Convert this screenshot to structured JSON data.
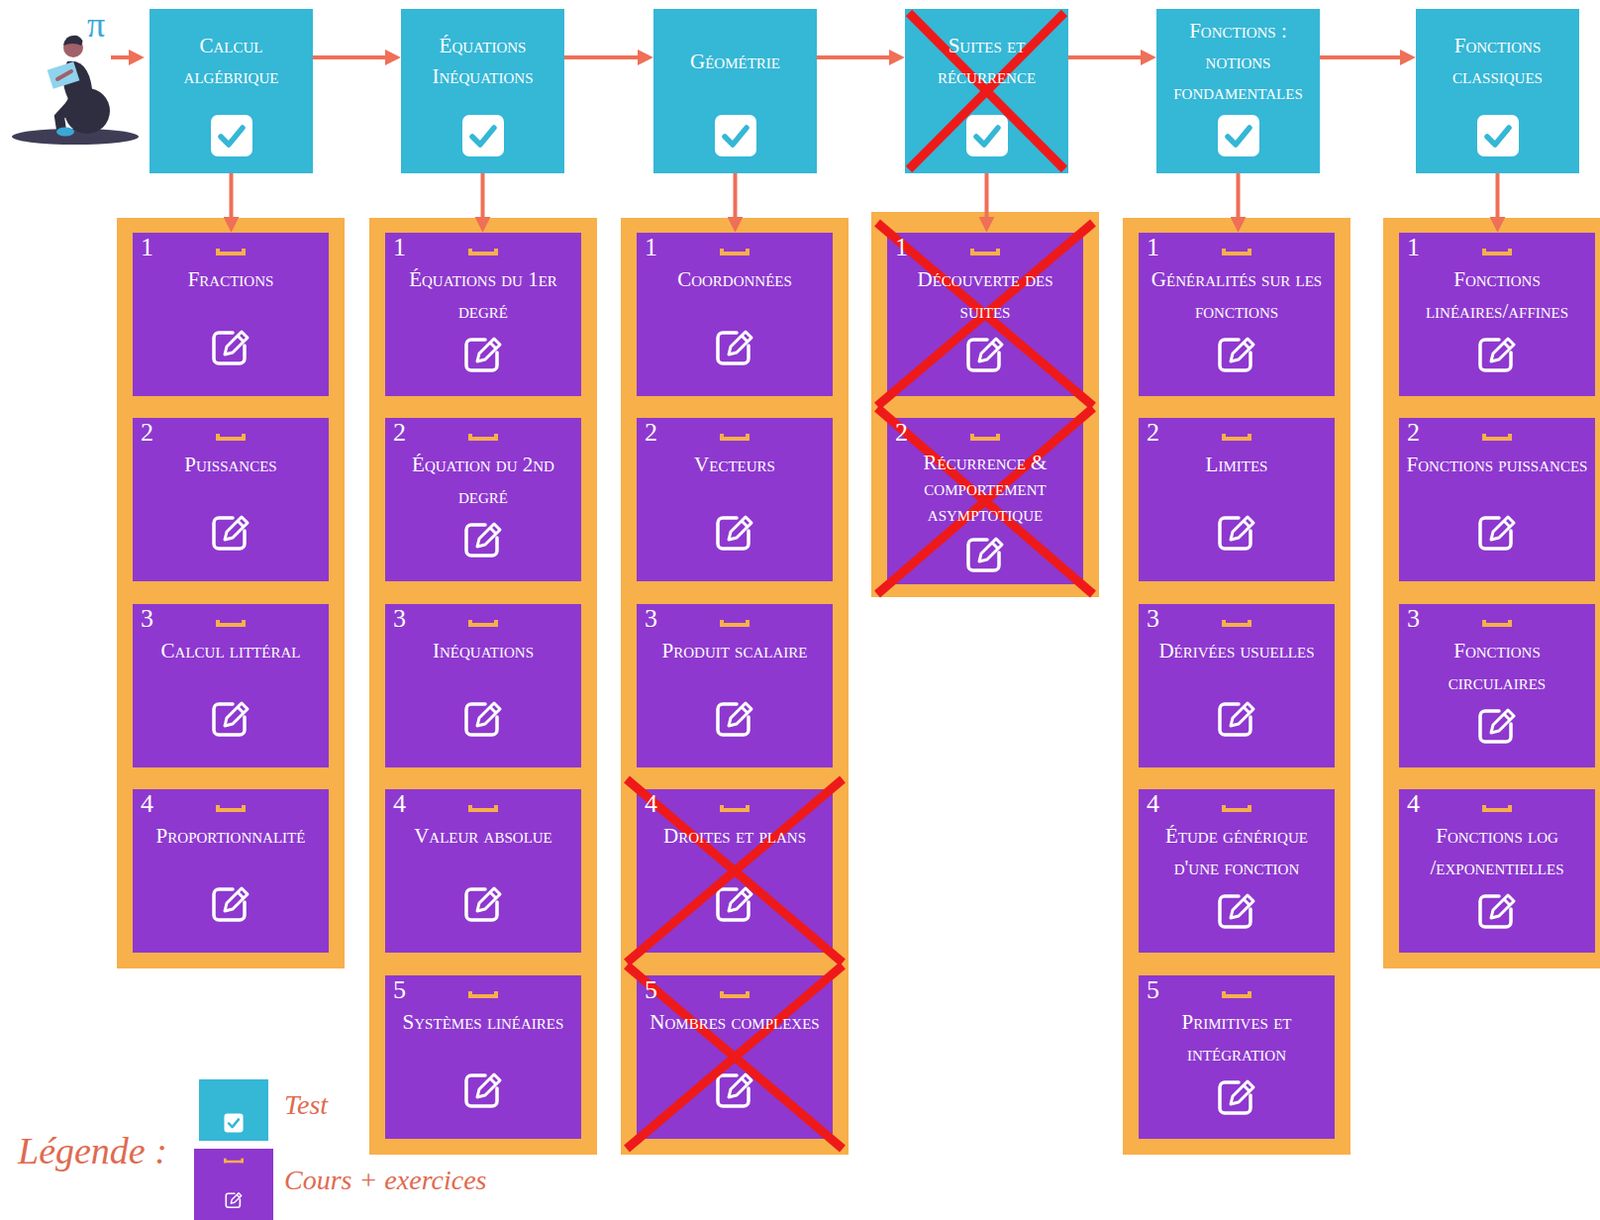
{
  "diagram": {
    "nodes": [
      {
        "text": [
          "Calcul algébrique"
        ]
      },
      {
        "text": [
          "Équations Inéquations"
        ]
      },
      {
        "text": [
          "Géométrie"
        ]
      },
      {
        "text": [
          "Suites et récurrence"
        ]
      },
      {
        "text": [
          "Fonctions : notions fondamentales"
        ]
      },
      {
        "text": [
          "Fonctions classiques"
        ]
      },
      {
        "text": [
          "1",
          "Fractions"
        ]
      },
      {
        "text": [
          "2",
          "Puissances"
        ]
      },
      {
        "text": [
          "3",
          "Calcul littéral"
        ]
      },
      {
        "text": [
          "4",
          "Proportionnalité"
        ]
      },
      {
        "text": [
          "1",
          "Équations du 1er degré"
        ]
      },
      {
        "text": [
          "2",
          "Équation du 2nd degré"
        ]
      },
      {
        "text": [
          "3",
          "Inéquations"
        ]
      },
      {
        "text": [
          "4",
          "Valeur absolue"
        ]
      },
      {
        "text": [
          "5",
          "Systèmes linéaires"
        ]
      },
      {
        "text": [
          "1",
          "Coordonnées"
        ]
      },
      {
        "text": [
          "2",
          "Vecteurs"
        ]
      },
      {
        "text": [
          "3",
          "Produit scalaire"
        ]
      },
      {
        "text": [
          "4",
          "Droites et plans"
        ]
      },
      {
        "text": [
          "5",
          "Nombres complexes"
        ]
      },
      {
        "text": [
          "1",
          "Découverte des suites"
        ]
      },
      {
        "text": [
          "2",
          "Récurrence & comportement asymptotique"
        ]
      },
      {
        "text": [
          "1",
          "Généralités sur les fonctions"
        ]
      },
      {
        "text": [
          "2",
          "Limites"
        ]
      },
      {
        "text": [
          "3",
          "Dérivées usuelles"
        ]
      },
      {
        "text": [
          "4",
          "Étude générique d'une fonction"
        ]
      },
      {
        "text": [
          "5",
          "Primitives et intégration"
        ]
      },
      {
        "text": [
          "1",
          "Fonctions linéaires/affines"
        ]
      },
      {
        "text": [
          "2",
          "Fonctions puissances"
        ]
      },
      {
        "text": [
          "3",
          "Fonctions circulaires"
        ]
      },
      {
        "text": [
          "4",
          "Fonctions log /exponentielles"
        ]
      }
    ],
    "edges": [
      {
        "from": 0,
        "to": 1,
        "arrow": "to"
      },
      {
        "from": 1,
        "to": 2,
        "arrow": "to"
      },
      {
        "from": 2,
        "to": 3,
        "arrow": "to"
      },
      {
        "from": 3,
        "to": 4,
        "arrow": "to"
      },
      {
        "from": 4,
        "to": 5,
        "arrow": "to"
      },
      {
        "from": 0,
        "to": 6,
        "arrow": "to"
      },
      {
        "from": 1,
        "to": 10,
        "arrow": "to"
      },
      {
        "from": 2,
        "to": 15,
        "arrow": "to"
      },
      {
        "from": 3,
        "to": 20,
        "arrow": "to"
      },
      {
        "from": 4,
        "to": 22,
        "arrow": "to"
      },
      {
        "from": 5,
        "to": 27,
        "arrow": "to"
      }
    ],
    "labels": [
      "π",
      "Légende :"
    ],
    "legend": [
      {
        "text": "Test",
        "color": "#35b7d6"
      },
      {
        "text": "Cours + exercices",
        "color": "#8e38cf"
      }
    ]
  }
}
